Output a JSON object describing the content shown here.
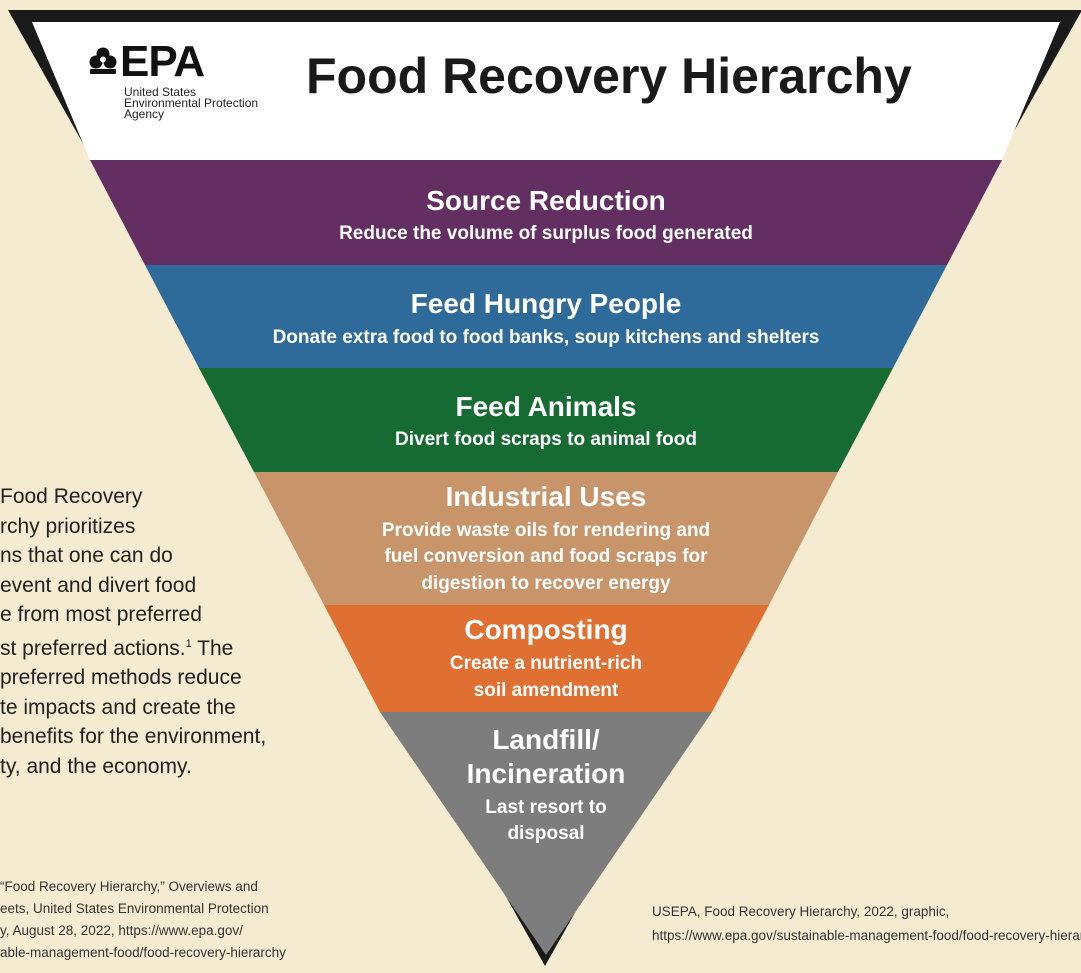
{
  "header": {
    "logo_text": "EPA",
    "agency_lines": [
      "United States",
      "Environmental Protection",
      "Agency"
    ],
    "title": "Food Recovery Hierarchy"
  },
  "tiers": [
    {
      "title": "Source Reduction",
      "subtitle": [
        "Reduce the volume of surplus food generated"
      ],
      "color": "#632f63"
    },
    {
      "title": "Feed Hungry People",
      "subtitle": [
        "Donate extra food to food banks, soup kitchens and shelters"
      ],
      "color": "#2e6b9a"
    },
    {
      "title": "Feed Animals",
      "subtitle": [
        "Divert food scraps to animal food"
      ],
      "color": "#166b32"
    },
    {
      "title": "Industrial Uses",
      "subtitle": [
        "Provide waste oils for rendering and",
        "fuel conversion and food scraps for",
        "digestion to recover energy"
      ],
      "color": "#c8946a"
    },
    {
      "title": "Composting",
      "subtitle": [
        "Create a nutrient-rich",
        "soil amendment"
      ],
      "color": "#e07032"
    },
    {
      "title": "Landfill/ Incineration",
      "title_lines": [
        "Landfill/",
        "Incineration"
      ],
      "subtitle": [
        "Last resort to",
        "disposal"
      ],
      "color": "#7d7d7d"
    }
  ],
  "left_text": {
    "lines": [
      "Food Recovery",
      "rchy prioritizes",
      "ns that one can do",
      "event and divert food",
      "e from most preferred",
      "st preferred actions.",
      "preferred methods reduce",
      "te impacts and create the",
      "benefits for the environment,",
      "ty, and the economy."
    ],
    "footnote_ref": "1",
    "ref_after": " The"
  },
  "footnote": {
    "lines": [
      "“Food Recovery Hierarchy,” Overviews and",
      "eets, United States Environmental Protection",
      "y, August 28, 2022, https://www.epa.gov/",
      "able-management-food/food-recovery-hierarchy"
    ]
  },
  "credit": {
    "lines": [
      "USEPA, Food Recovery Hierarchy, 2022, graphic,",
      "https://www.epa.gov/sustainable-management-food/food-recovery-hierarchy"
    ]
  }
}
